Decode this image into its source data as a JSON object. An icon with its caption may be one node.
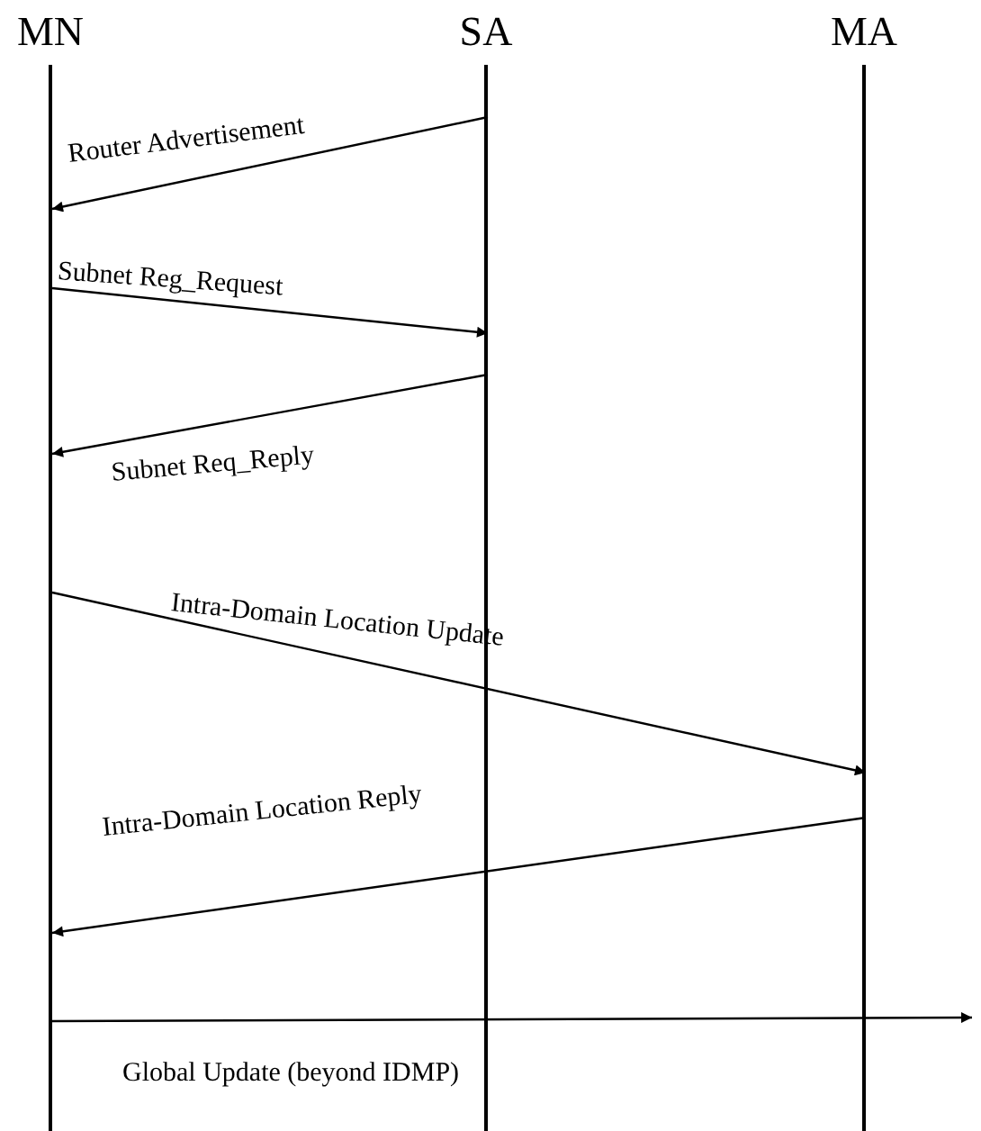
{
  "diagram": {
    "nodes": [
      {
        "text": [
          "MN"
        ]
      },
      {
        "text": [
          "SA"
        ]
      },
      {
        "text": [
          "MA"
        ]
      }
    ],
    "edges": [
      {
        "from": 1,
        "to": 0,
        "arrow": "to",
        "label": "Router Advertisement"
      },
      {
        "from": 0,
        "to": 1,
        "arrow": "to",
        "label": "Subnet Reg_Request"
      },
      {
        "from": 1,
        "to": 0,
        "arrow": "to",
        "label": "Subnet Req_Reply"
      },
      {
        "from": 0,
        "to": 2,
        "arrow": "to",
        "label": "Intra-Domain Location Update"
      },
      {
        "from": 2,
        "to": 0,
        "arrow": "to",
        "label": "Intra-Domain Location Reply"
      },
      {
        "from": 0,
        "to": null,
        "arrow": "to",
        "label": "Global Update (beyond IDMP)"
      }
    ]
  }
}
